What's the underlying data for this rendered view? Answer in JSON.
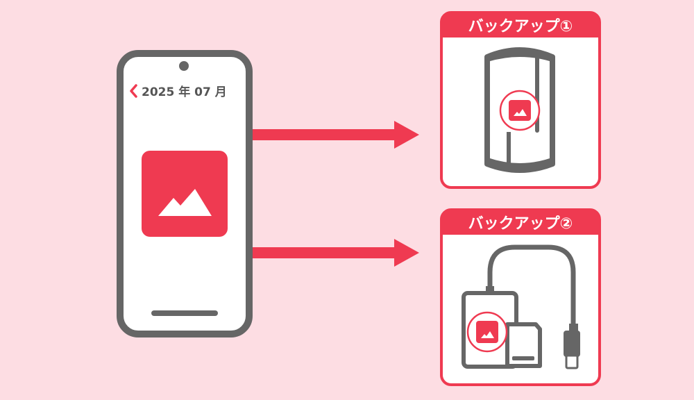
{
  "phone": {
    "header_text": "2025 年 07 月",
    "back_icon": "chevron-left-icon",
    "photo_icon": "image-mountains-icon"
  },
  "arrows": [
    {
      "target": "backup-1"
    },
    {
      "target": "backup-2"
    }
  ],
  "backups": [
    {
      "title": "バックアップ①",
      "device": "cloud-storage-icon"
    },
    {
      "title": "バックアップ②",
      "device": "external-drive-and-sd-card-icon"
    }
  ],
  "colors": {
    "background": "#fddde3",
    "accent": "#ef3a51",
    "device_gray": "#666666",
    "panel": "#ffffff"
  }
}
